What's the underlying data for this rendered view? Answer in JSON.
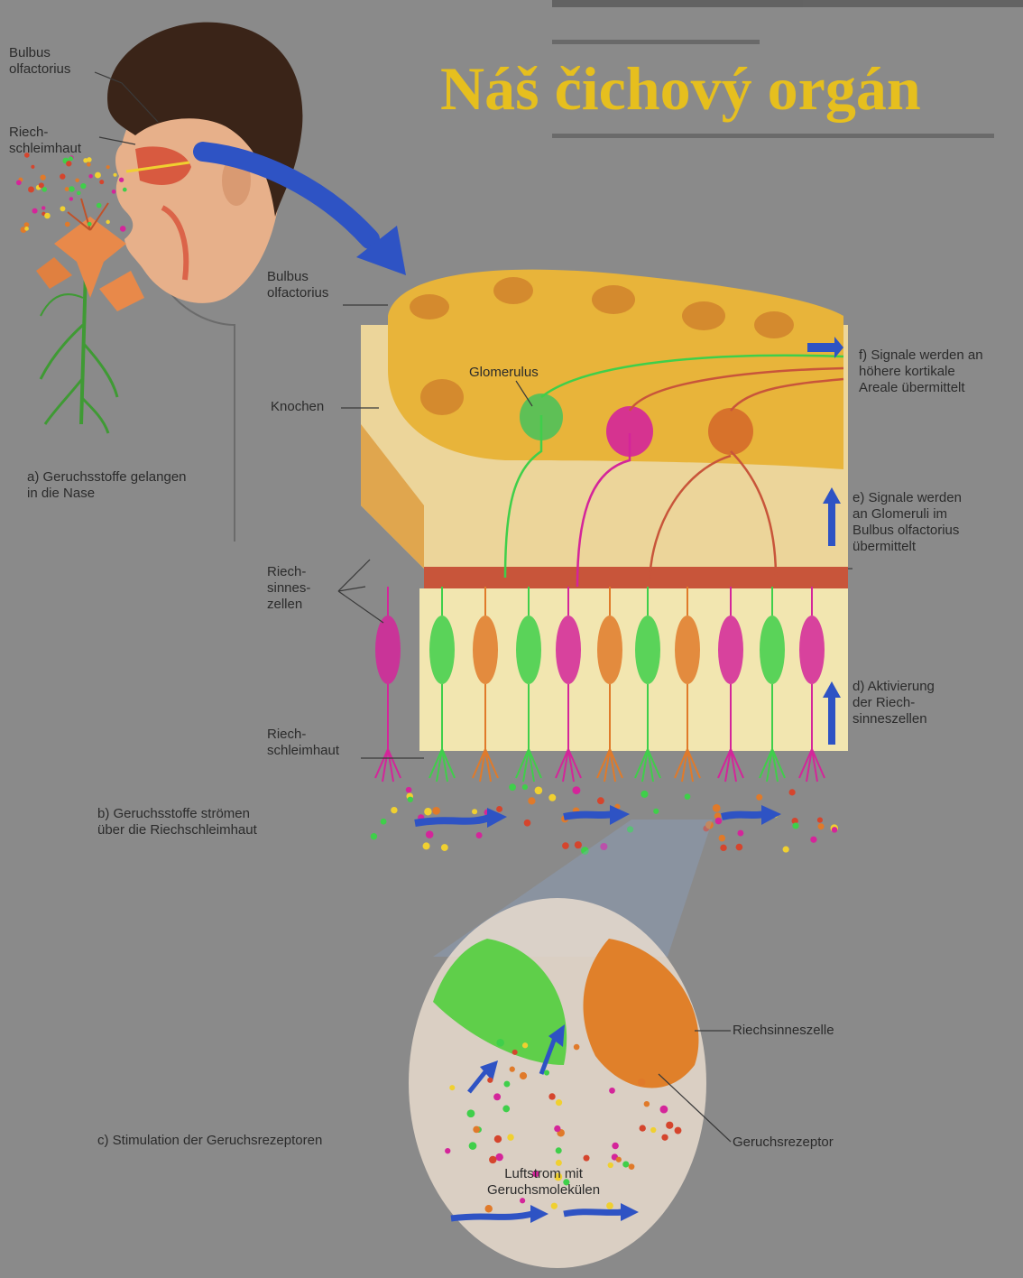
{
  "title": "Náš čichový orgán",
  "colors": {
    "background": "#8a8a8a",
    "title": "#e6bf1e",
    "arrow": "#2e53c4",
    "bulb": "#e8b43a",
    "membrane": "#c8553a",
    "cell_green": "#3fcf4a",
    "cell_magenta": "#d4259a",
    "cell_orange": "#e07a2a"
  },
  "labels": {
    "bulbus_head": "Bulbus\nolfactorius",
    "riech_head": "Riech-\nschleimhaut",
    "step_a": "a) Geruchsstoffe gelangen\n   in die Nase",
    "bulbus_main": "Bulbus\nolfactorius",
    "glomerulus": "Glomerulus",
    "knochen": "Knochen",
    "riechsinneszellen": "Riech-\nsinnes-\nzellen",
    "riechschleimhaut": "Riech-\nschleimhaut",
    "step_b": "b) Geruchsstoffe strömen\n    über die Riechschleimhaut",
    "step_c": "c) Stimulation der Geruchsrezeptoren",
    "step_d": "d) Aktivierung\nder Riech-\nsinneszellen",
    "step_e": "e) Signale werden\nan Glomeruli im\nBulbus olfactorius\nübermittelt",
    "step_f": "f) Signale werden an\nhöhere kortikale\nAreale übermittelt",
    "riechsinneszelle": "Riechsinneszelle",
    "geruchsrezeptor": "Geruchsrezeptor",
    "luftstrom": "Luftstrom mit\nGeruchsmolekülen"
  }
}
